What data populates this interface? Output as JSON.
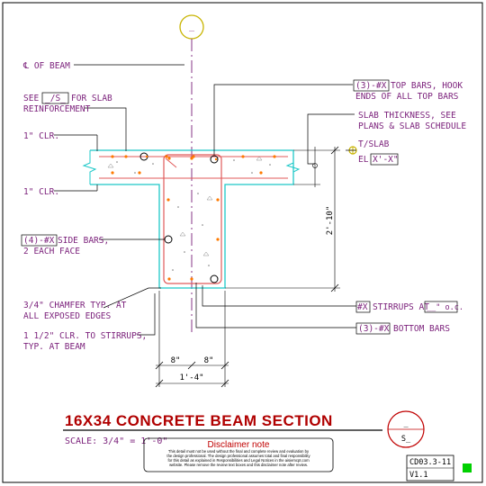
{
  "section_marker_top": "_",
  "labels": {
    "cl_beam": "℄ OF BEAM",
    "see_slab_1_pre": "SEE",
    "see_slab_1_box": "_/S_",
    "see_slab_1_post": "FOR SLAB",
    "see_slab_2": "REINFORCEMENT",
    "clr_top": "1\" CLR.",
    "clr_mid": "1\" CLR.",
    "side_bars_box": "(4)-#X",
    "side_bars_post": "SIDE BARS,",
    "side_bars_2": "2 EACH FACE",
    "chamfer_1": "3/4\" CHAMFER TYP. AT",
    "chamfer_2": "ALL EXPOSED EDGES",
    "clr_stirrups_1": "1 1/2\" CLR. TO STIRRUPS,",
    "clr_stirrups_2": "TYP. AT BEAM",
    "top_bars_box": "(3)-#X",
    "top_bars_post": "TOP BARS, HOOK",
    "top_bars_2": "ENDS OF ALL TOP BARS",
    "slab_thk_1": "SLAB THICKNESS, SEE",
    "slab_thk_2": "PLANS & SLAB SCHEDULE",
    "tslab": "T/SLAB",
    "el_pre": "EL",
    "el_box": "X'-X\"",
    "stirrups_box": "#X",
    "stirrups_post": "STIRRUPS AT",
    "stirrups_oc": "__\" o.c.",
    "bottom_bars_box": "(3)-#X",
    "bottom_bars_post": "BOTTOM BARS",
    "dim_height": "2'-10\"",
    "dim_left": "8\"",
    "dim_right": "8\"",
    "dim_total": "1'-4\""
  },
  "title": "16X34 CONCRETE BEAM SECTION",
  "scale": "SCALE: 3/4\" = 1'-0\"",
  "section_callout": {
    "top": "_",
    "bottom": "S_"
  },
  "disclaimer": {
    "title": "Disclaimer note",
    "lines": [
      "This detail must not be used without the final and complete review and evaluation by",
      "the design professional. The design professional assumes total and final responsibility",
      "for this detail as explained in Responsibilities and Legal Notices in the aisiemcpt.com",
      "website. Please remove the review text boxes and this disclaimer note after review."
    ]
  },
  "detail_number": "CD03.3-11",
  "version": "V1.1",
  "colors": {
    "concrete_outline": "#1ec8c8",
    "rebar_outline": "#e05a5a",
    "bar_dot": "#ff7a00",
    "text": "#7a1f7a",
    "title": "#b00000",
    "status": "#00d000",
    "level_marker": "#c8b400"
  }
}
